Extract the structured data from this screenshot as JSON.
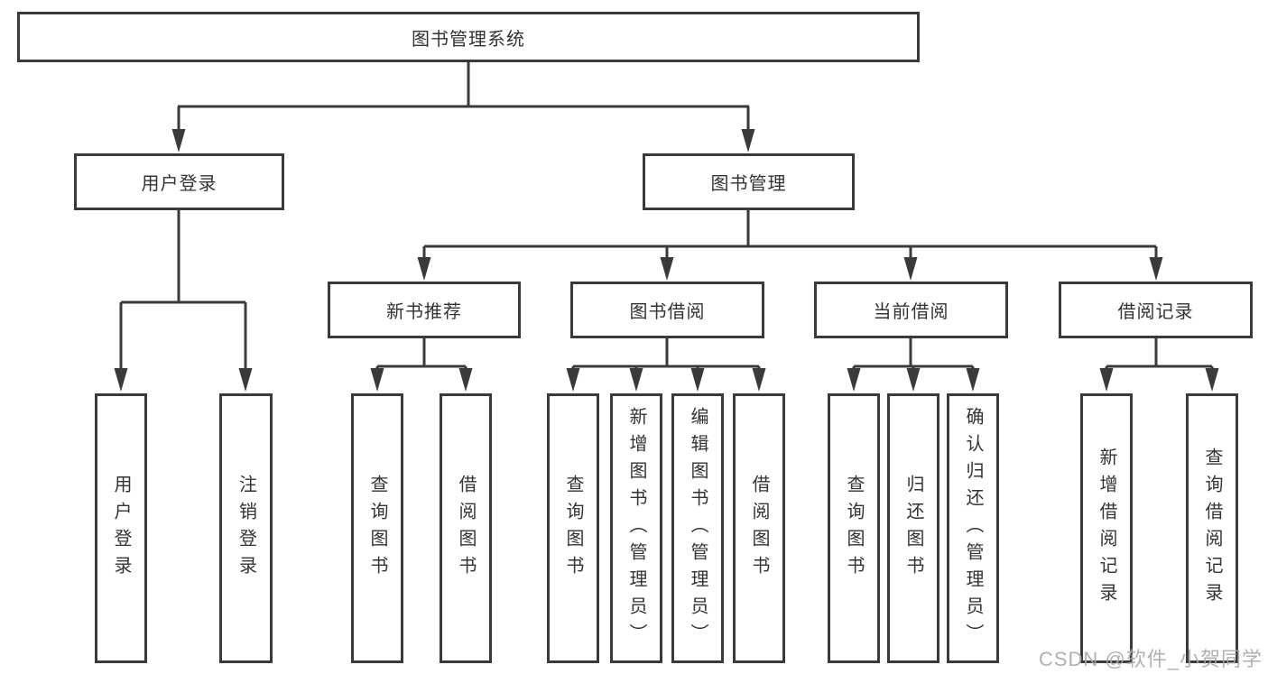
{
  "colors": {
    "line": "#3a3a3a",
    "box_border": "#3a3a3a",
    "text": "#333333",
    "background": "#ffffff",
    "watermark": "#a8a8a8"
  },
  "root": {
    "label": "图书管理系统"
  },
  "level2": [
    {
      "label": "用户登录"
    },
    {
      "label": "图书管理"
    }
  ],
  "level3": [
    {
      "label": "新书推荐"
    },
    {
      "label": "图书借阅"
    },
    {
      "label": "当前借阅"
    },
    {
      "label": "借阅记录"
    }
  ],
  "leaves": [
    {
      "label": "用户登录",
      "parent": "用户登录"
    },
    {
      "label": "注销登录",
      "parent": "用户登录"
    },
    {
      "label": "查询图书",
      "parent": "新书推荐"
    },
    {
      "label": "借阅图书",
      "parent": "新书推荐"
    },
    {
      "label": "查询图书",
      "parent": "图书借阅"
    },
    {
      "label": "新增图书（管理员）",
      "parent": "图书借阅"
    },
    {
      "label": "编辑图书（管理员）",
      "parent": "图书借阅"
    },
    {
      "label": "借阅图书",
      "parent": "图书借阅"
    },
    {
      "label": "查询图书",
      "parent": "当前借阅"
    },
    {
      "label": "归还图书",
      "parent": "当前借阅"
    },
    {
      "label": "确认归还（管理员）",
      "parent": "当前借阅"
    },
    {
      "label": "新增借阅记录",
      "parent": "借阅记录"
    },
    {
      "label": "查询借阅记录",
      "parent": "借阅记录"
    }
  ],
  "hierarchy": {
    "图书管理系统": [
      "用户登录",
      "图书管理"
    ],
    "用户登录": [
      "用户登录",
      "注销登录"
    ],
    "图书管理": [
      "新书推荐",
      "图书借阅",
      "当前借阅",
      "借阅记录"
    ],
    "新书推荐": [
      "查询图书",
      "借阅图书"
    ],
    "图书借阅": [
      "查询图书",
      "新增图书（管理员）",
      "编辑图书（管理员）",
      "借阅图书"
    ],
    "当前借阅": [
      "查询图书",
      "归还图书",
      "确认归还（管理员）"
    ],
    "借阅记录": [
      "新增借阅记录",
      "查询借阅记录"
    ]
  },
  "watermark": {
    "text": "CSDN @软件_小贺同学"
  }
}
